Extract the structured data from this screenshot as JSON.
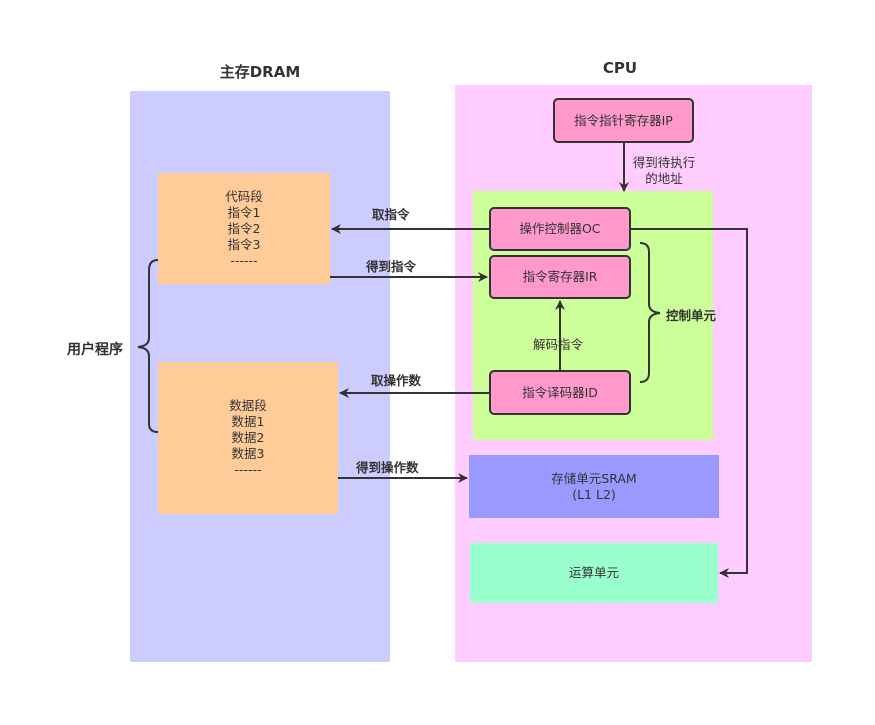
{
  "colors": {
    "dram_bg": "#ccccff",
    "cpu_bg": "#ffccff",
    "segment_bg": "#ffcc99",
    "control_unit_bg": "#ccff99",
    "register_bg": "#ff99cc",
    "sram_bg": "#9999ff",
    "alu_bg": "#99ffcc",
    "line": "#333333"
  },
  "dram": {
    "title": "主存DRAM",
    "code_segment": {
      "lines": [
        "代码段",
        "指令1",
        "指令2",
        "指令3",
        "------"
      ]
    },
    "data_segment": {
      "lines": [
        "数据段",
        "数据1",
        "数据2",
        "数据3",
        "------"
      ]
    },
    "user_program_label": "用户程序"
  },
  "cpu": {
    "title": "CPU",
    "ip_register": "指令指针寄存器IP",
    "ip_arrow_label": [
      "得到待执行",
      "的地址"
    ],
    "oc": "操作控制器OC",
    "ir": "指令寄存器IR",
    "id": "指令译码器ID",
    "decode_label": "解码指令",
    "control_unit_label": "控制单元",
    "sram": [
      "存储单元SRAM",
      "(L1 L2)"
    ],
    "alu": "运算单元"
  },
  "arrows": {
    "fetch_instruction": "取指令",
    "got_instruction": "得到指令",
    "fetch_operand": "取操作数",
    "got_operand": "得到操作数"
  }
}
